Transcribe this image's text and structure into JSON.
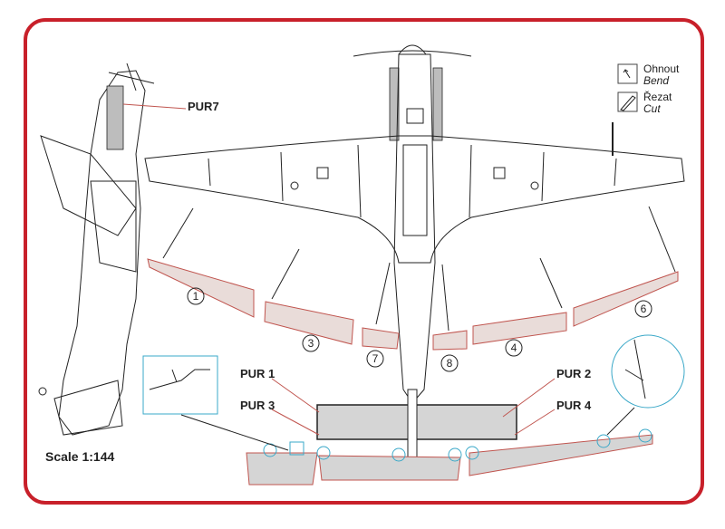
{
  "labels": {
    "pur7": "PUR7",
    "pur1": "PUR 1",
    "pur2": "PUR 2",
    "pur3": "PUR 3",
    "pur4": "PUR 4",
    "scale": "Scale 1:144"
  },
  "legend": {
    "bend_cz": "Ohnout",
    "bend_en": "Bend",
    "cut_cz": "Řezat",
    "cut_en": "Cut"
  },
  "part_numbers": [
    "1",
    "3",
    "7",
    "8",
    "4",
    "6"
  ],
  "colors": {
    "border": "#c8202a",
    "part": "#c0554f",
    "detail": "#3aa8c8",
    "gray": "#d5d5d5"
  }
}
